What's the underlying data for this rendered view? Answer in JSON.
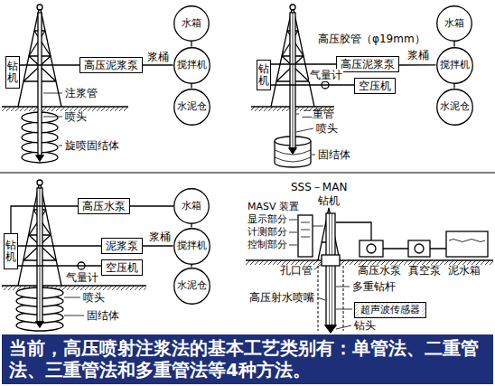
{
  "diagram": {
    "caption": "当前，高压喷射注浆法的基本工艺类别有：单管法、二重管法、三重管法和多重管法等4种方法。",
    "nodes": [
      {
        "text": [
          "钻机"
        ]
      },
      {
        "text": [
          "高压泥浆泵"
        ]
      },
      {
        "text": [
          "水箱"
        ]
      },
      {
        "text": [
          "搅拌机"
        ]
      },
      {
        "text": [
          "水泥仓"
        ]
      },
      {
        "text": [
          "钻机"
        ]
      },
      {
        "text": [
          "高压泥浆泵"
        ]
      },
      {
        "text": [
          "空压机"
        ]
      },
      {
        "text": [
          "水箱"
        ]
      },
      {
        "text": [
          "搅拌机"
        ]
      },
      {
        "text": [
          "水泥仓"
        ]
      },
      {
        "text": [
          "钻机"
        ]
      },
      {
        "text": [
          "高压水泵"
        ]
      },
      {
        "text": [
          "泥浆泵"
        ]
      },
      {
        "text": [
          "空压机"
        ]
      },
      {
        "text": [
          "水箱"
        ]
      },
      {
        "text": [
          "搅拌机"
        ]
      },
      {
        "text": [
          "水泥仓"
        ]
      },
      {
        "text": [
          "超声波传感器"
        ]
      }
    ],
    "edges": [
      {
        "from": 1,
        "to": 0,
        "arrow": "none"
      },
      {
        "from": 1,
        "to": 3,
        "label": "浆桶",
        "arrow": "none"
      },
      {
        "from": 2,
        "to": 3,
        "arrow": "none"
      },
      {
        "from": 3,
        "to": 4,
        "arrow": "none"
      },
      {
        "from": 6,
        "to": 5,
        "arrow": "none"
      },
      {
        "from": 6,
        "to": 9,
        "label": "浆桶",
        "arrow": "none"
      },
      {
        "from": 7,
        "to": 5,
        "label": "气量计",
        "arrow": "none"
      },
      {
        "from": 8,
        "to": 9,
        "arrow": "none"
      },
      {
        "from": 9,
        "to": 10,
        "arrow": "none"
      },
      {
        "from": 12,
        "to": 11,
        "arrow": "none"
      },
      {
        "from": 12,
        "to": 15,
        "arrow": "none"
      },
      {
        "from": 13,
        "to": 16,
        "label": "浆桶",
        "arrow": "none"
      },
      {
        "from": 13,
        "to": 11,
        "arrow": "none"
      },
      {
        "from": 14,
        "to": 11,
        "label": "气量计",
        "arrow": "none"
      },
      {
        "from": 15,
        "to": 16,
        "arrow": "none"
      },
      {
        "from": 16,
        "to": 17,
        "arrow": "none"
      }
    ],
    "labels": [
      "注浆管",
      "喷头",
      "旋喷固结体",
      "高压胶管（φ19mm）",
      "二重管",
      "喷头",
      "固结体",
      "喷头",
      "固结体",
      "SSS－MAN",
      "钻机",
      "MASV 装置",
      "显示部分",
      "计测部分",
      "控制部分",
      "孔口管",
      "高压水泵",
      "真空泵",
      "泥水箱",
      "多重钻杆",
      "高压射水喷嘴",
      "钻头"
    ]
  }
}
